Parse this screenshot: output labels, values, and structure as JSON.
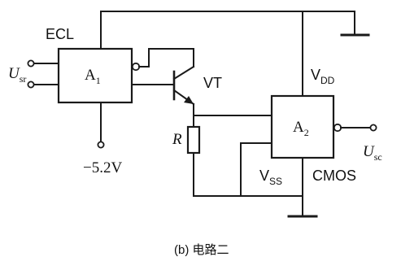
{
  "labels": {
    "ecl": "ECL",
    "a1": "A",
    "a1_sub": "1",
    "a2": "A",
    "a2_sub": "2",
    "vt": "VT",
    "vdd": "V",
    "vdd_sub": "DD",
    "vss": "V",
    "vss_sub": "SS",
    "cmos": "CMOS",
    "r": "R",
    "u_in": "U",
    "u_in_sub": "sr",
    "u_out": "U",
    "u_out_sub": "sc",
    "neg_supply": "−5.2V"
  },
  "caption": "(b) 电路二"
}
